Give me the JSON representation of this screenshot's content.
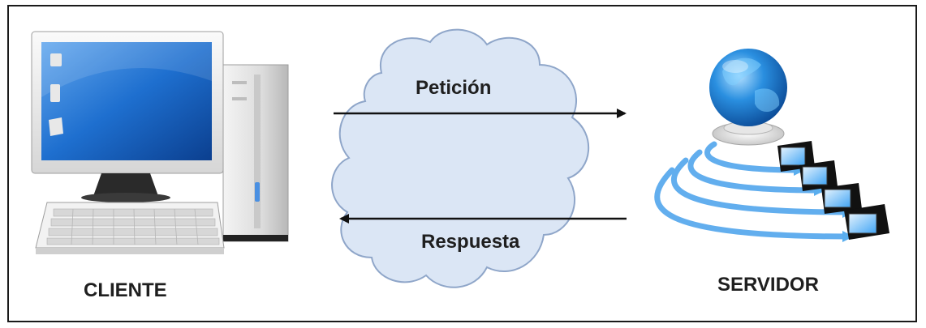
{
  "diagram": {
    "request_label": "Petición",
    "response_label": "Respuesta",
    "client_label": "CLIENTE",
    "server_label": "SERVIDOR"
  },
  "colors": {
    "cloud_fill": "#dbe6f5",
    "cloud_stroke": "#8fa6c9",
    "screen_blue": "#1565c0",
    "globe_blue": "#1e88e5",
    "signal_arc": "#64b5f6",
    "arrow": "#111111"
  },
  "icons": [
    "desktop-computer-icon",
    "cloud-icon",
    "server-globe-icon",
    "client-terminal-icon"
  ]
}
